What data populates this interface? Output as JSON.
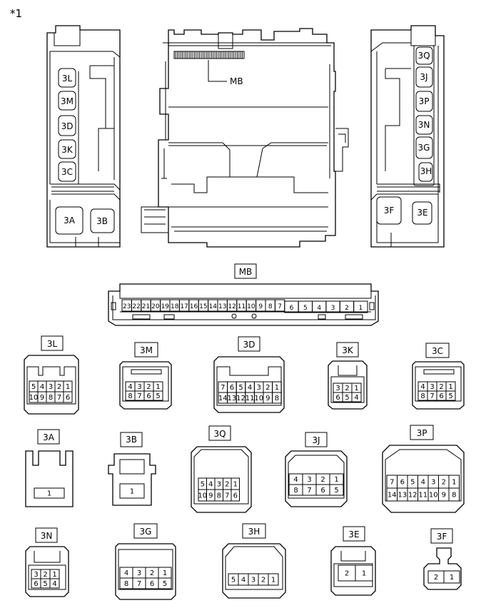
{
  "figure": {
    "ref": "*1",
    "connector_label": "MB"
  },
  "left_unit": [
    "3L",
    "3M",
    "3D",
    "3K",
    "3C",
    "3A",
    "3B"
  ],
  "right_unit": [
    "3Q",
    "3J",
    "3P",
    "3N",
    "3G",
    "3H",
    "3F",
    "3E"
  ],
  "mb": {
    "name": "MB",
    "top": [
      "23",
      "22",
      "21",
      "20",
      "19",
      "18",
      "17",
      "16",
      "15",
      "14",
      "13",
      "12",
      "11",
      "10",
      "9",
      "8",
      "7"
    ],
    "right": [
      "6",
      "5",
      "4",
      "3",
      "2",
      "1"
    ]
  },
  "connectors": {
    "c3L": {
      "name": "3L",
      "rows": [
        [
          "5",
          "4",
          "3",
          "2",
          "1"
        ],
        [
          "10",
          "9",
          "8",
          "7",
          "6"
        ]
      ]
    },
    "c3M": {
      "name": "3M",
      "rows": [
        [
          "4",
          "3",
          "2",
          "1"
        ],
        [
          "8",
          "7",
          "6",
          "5"
        ]
      ]
    },
    "c3D": {
      "name": "3D",
      "rows": [
        [
          "7",
          "6",
          "5",
          "4",
          "3",
          "2",
          "1"
        ],
        [
          "14",
          "13",
          "12",
          "11",
          "10",
          "9",
          "8"
        ]
      ]
    },
    "c3K": {
      "name": "3K",
      "rows": [
        [
          "3",
          "2",
          "1"
        ],
        [
          "6",
          "5",
          "4"
        ]
      ]
    },
    "c3C": {
      "name": "3C",
      "rows": [
        [
          "4",
          "3",
          "2",
          "1"
        ],
        [
          "8",
          "7",
          "6",
          "5"
        ]
      ]
    },
    "c3A": {
      "name": "3A",
      "rows": [
        [
          "1"
        ]
      ]
    },
    "c3B": {
      "name": "3B",
      "rows": [
        [
          "1"
        ]
      ]
    },
    "c3Q": {
      "name": "3Q",
      "rows": [
        [
          "5",
          "4",
          "3",
          "2",
          "1"
        ],
        [
          "10",
          "9",
          "8",
          "7",
          "6"
        ]
      ]
    },
    "c3J": {
      "name": "3J",
      "rows": [
        [
          "4",
          "3",
          "2",
          "1"
        ],
        [
          "8",
          "7",
          "6",
          "5"
        ]
      ]
    },
    "c3P": {
      "name": "3P",
      "rows": [
        [
          "7",
          "6",
          "5",
          "4",
          "3",
          "2",
          "1"
        ],
        [
          "14",
          "13",
          "12",
          "11",
          "10",
          "9",
          "8"
        ]
      ]
    },
    "c3N": {
      "name": "3N",
      "rows": [
        [
          "3",
          "2",
          "1"
        ],
        [
          "6",
          "5",
          "4"
        ]
      ]
    },
    "c3G": {
      "name": "3G",
      "rows": [
        [
          "4",
          "3",
          "2",
          "1"
        ],
        [
          "8",
          "7",
          "6",
          "5"
        ]
      ]
    },
    "c3H": {
      "name": "3H",
      "rows": [
        [
          "5",
          "4",
          "3",
          "2",
          "1"
        ]
      ]
    },
    "c3E": {
      "name": "3E",
      "rows": [
        [
          "2",
          "1"
        ]
      ]
    },
    "c3F": {
      "name": "3F",
      "rows": [
        [
          "2",
          "1"
        ]
      ]
    }
  }
}
